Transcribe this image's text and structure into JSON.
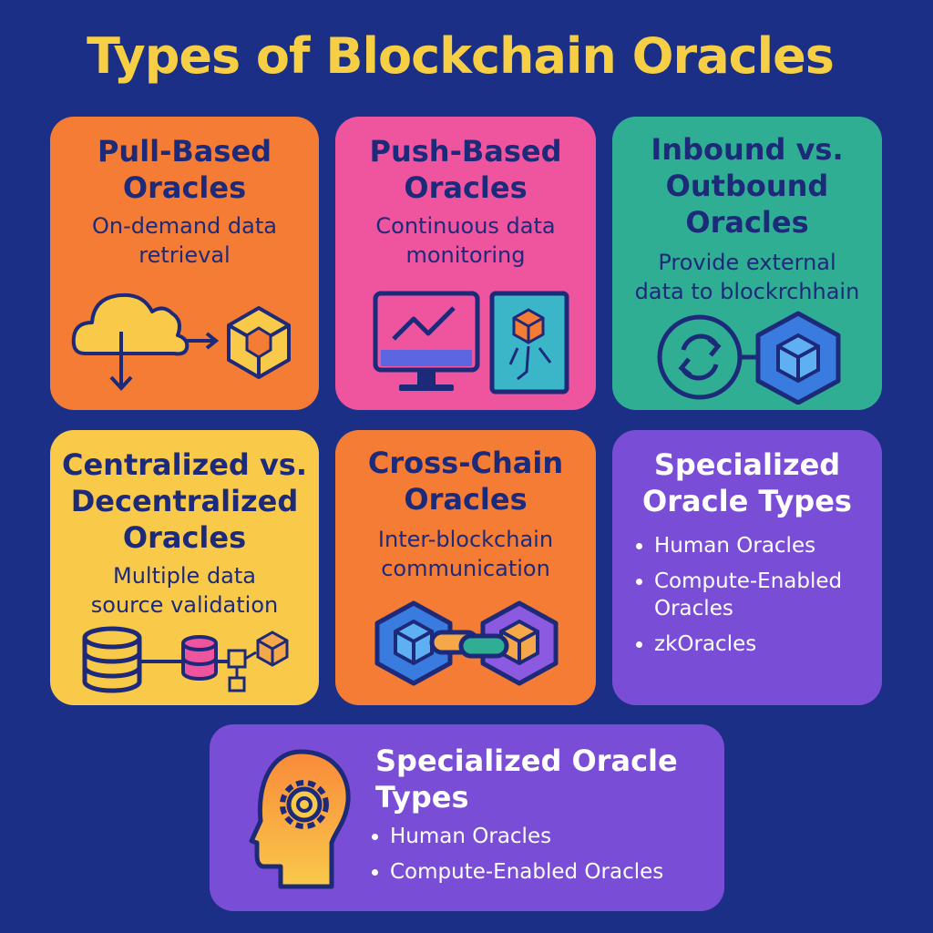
{
  "title": "Types of Blockchain Oracles",
  "cards": [
    {
      "title_lines": [
        "Pull-Based",
        "Oracles"
      ],
      "subtitle_lines": [
        "On-demand data",
        "retrieval"
      ]
    },
    {
      "title_lines": [
        "Push-Based",
        "Oracles"
      ],
      "subtitle_lines": [
        "Continuous data",
        "monitoring"
      ]
    },
    {
      "title_lines": [
        "Inbound vs.",
        "Outbound",
        "Oracles"
      ],
      "subtitle_lines": [
        "Provide external",
        "data to blockrchhain"
      ]
    },
    {
      "title_lines": [
        "Centralized vs.",
        "Decentralized",
        "Oracles"
      ],
      "subtitle_lines": [
        "Multiple data",
        "source validation"
      ]
    },
    {
      "title_lines": [
        "Cross-Chain",
        "Oracles"
      ],
      "subtitle_lines": [
        "Inter-blockchain",
        "communication"
      ]
    },
    {
      "title_lines": [
        "Specialized",
        "Oracle Types"
      ],
      "bullets": [
        "Human Oracles",
        "Compute-Enabled Oracles",
        "zkOracles"
      ]
    }
  ],
  "bottom_card": {
    "title_lines": [
      "Specialized Oracle",
      "Types"
    ],
    "bullets": [
      "Human Oracles",
      "Compute-Enabled Oracles"
    ]
  },
  "icons": {
    "pull": "cloud-download-icon",
    "push": "monitor-chart-icon",
    "inbound": "sync-cube-icon",
    "decentralized": "database-network-icon",
    "crosschain": "linked-cubes-icon",
    "specialized": "head-gear-icon"
  },
  "colors": {
    "background": "#1b2f86",
    "title": "#f7cf45",
    "orange": "#f47c34",
    "pink": "#ef559f",
    "teal": "#2fae93",
    "yellow": "#f9c94a",
    "purple": "#7a4dd6",
    "navy": "#1d2a7a"
  }
}
